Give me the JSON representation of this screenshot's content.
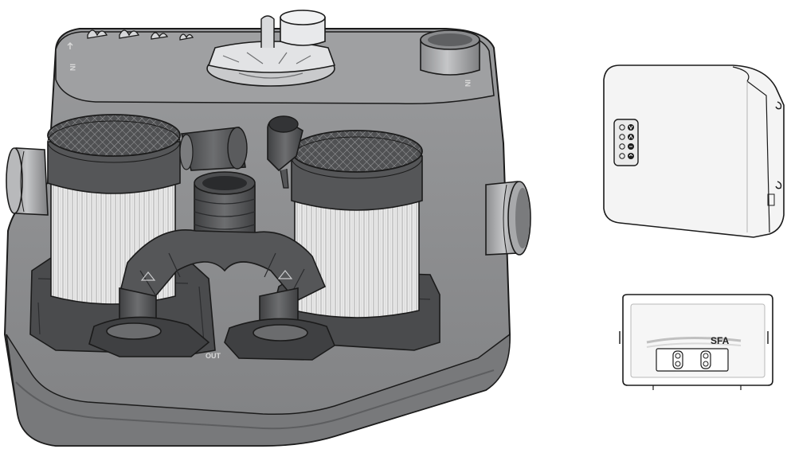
{
  "station": {
    "inlet_left": "IN",
    "inlet_right": "IN",
    "outlet": "OUT"
  },
  "remote_panel": {
    "brand": "SFA"
  },
  "colors": {
    "body": "#8c8d8f",
    "body_dark": "#6f7072",
    "motor_cap": "#4e4f51",
    "filter": "#e8e8e8",
    "outline": "#1b1b1b",
    "box": "#f4f4f4"
  }
}
